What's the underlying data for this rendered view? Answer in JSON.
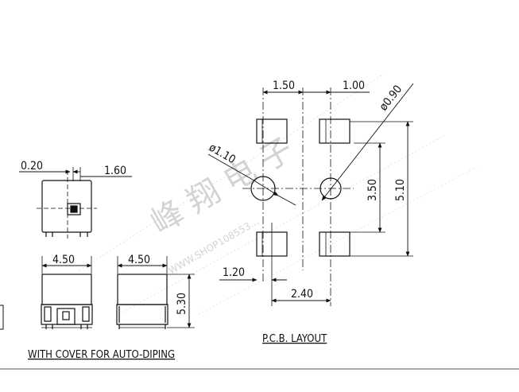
{
  "captions": {
    "left": "WITH COVER FOR AUTO-DIPING",
    "right": "P.C.B. LAYOUT"
  },
  "dimensions": {
    "top_gap": "0.20",
    "top_width": "1.60",
    "front_width": "4.50",
    "side_width": "4.50",
    "side_height": "5.30",
    "pcb_left_pitch": "1.50",
    "pcb_right_pitch": "1.00",
    "pcb_hole_large": "ø0.90",
    "pcb_hole_small": "ø1.10",
    "pcb_vertical_pitch": "3.50",
    "pcb_total_height": "5.10",
    "pcb_pad_width": "1.20",
    "pcb_hole_pitch": "2.40"
  },
  "watermark": {
    "cjk": "峰 翔 电 子",
    "url": "WWW.SHOP108553..."
  }
}
